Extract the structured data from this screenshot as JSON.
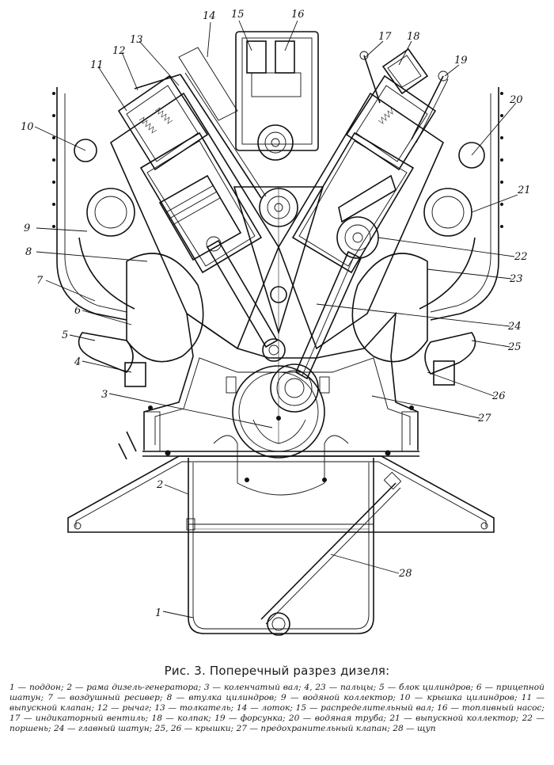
{
  "figure": {
    "title": "Рис. 3. Поперечный разрез дизеля:",
    "legend_text": "1 — поддон; 2 — рама дизель-генератора; 3 — коленчатый вал; 4, 23 — пальцы; 5 — блок цилиндров; 6 — прицепной шатун; 7 — воздушный ресивер; 8 — втулка цилиндров; 9 — водяной коллектор; 10 — крышка цилиндров; 11 — выпускной клапан; 12 — рычаг; 13 — толкатель; 14 — лоток; 15 — распределительный вал; 16 — топливный насос; 17 — индикаторный вентиль; 18 — колпак; 19 — форсунка; 20 — водяная труба; 21 — выпускной коллектор; 22 — поршень; 24 — главный шатун; 25, 26 — крышки; 27 — предохранительный клапан; 28 — щуп",
    "callouts": [
      "1",
      "2",
      "3",
      "4",
      "5",
      "6",
      "7",
      "8",
      "9",
      "10",
      "11",
      "12",
      "13",
      "14",
      "15",
      "16",
      "17",
      "18",
      "19",
      "20",
      "21",
      "22",
      "23",
      "24",
      "25",
      "26",
      "27",
      "28"
    ]
  }
}
